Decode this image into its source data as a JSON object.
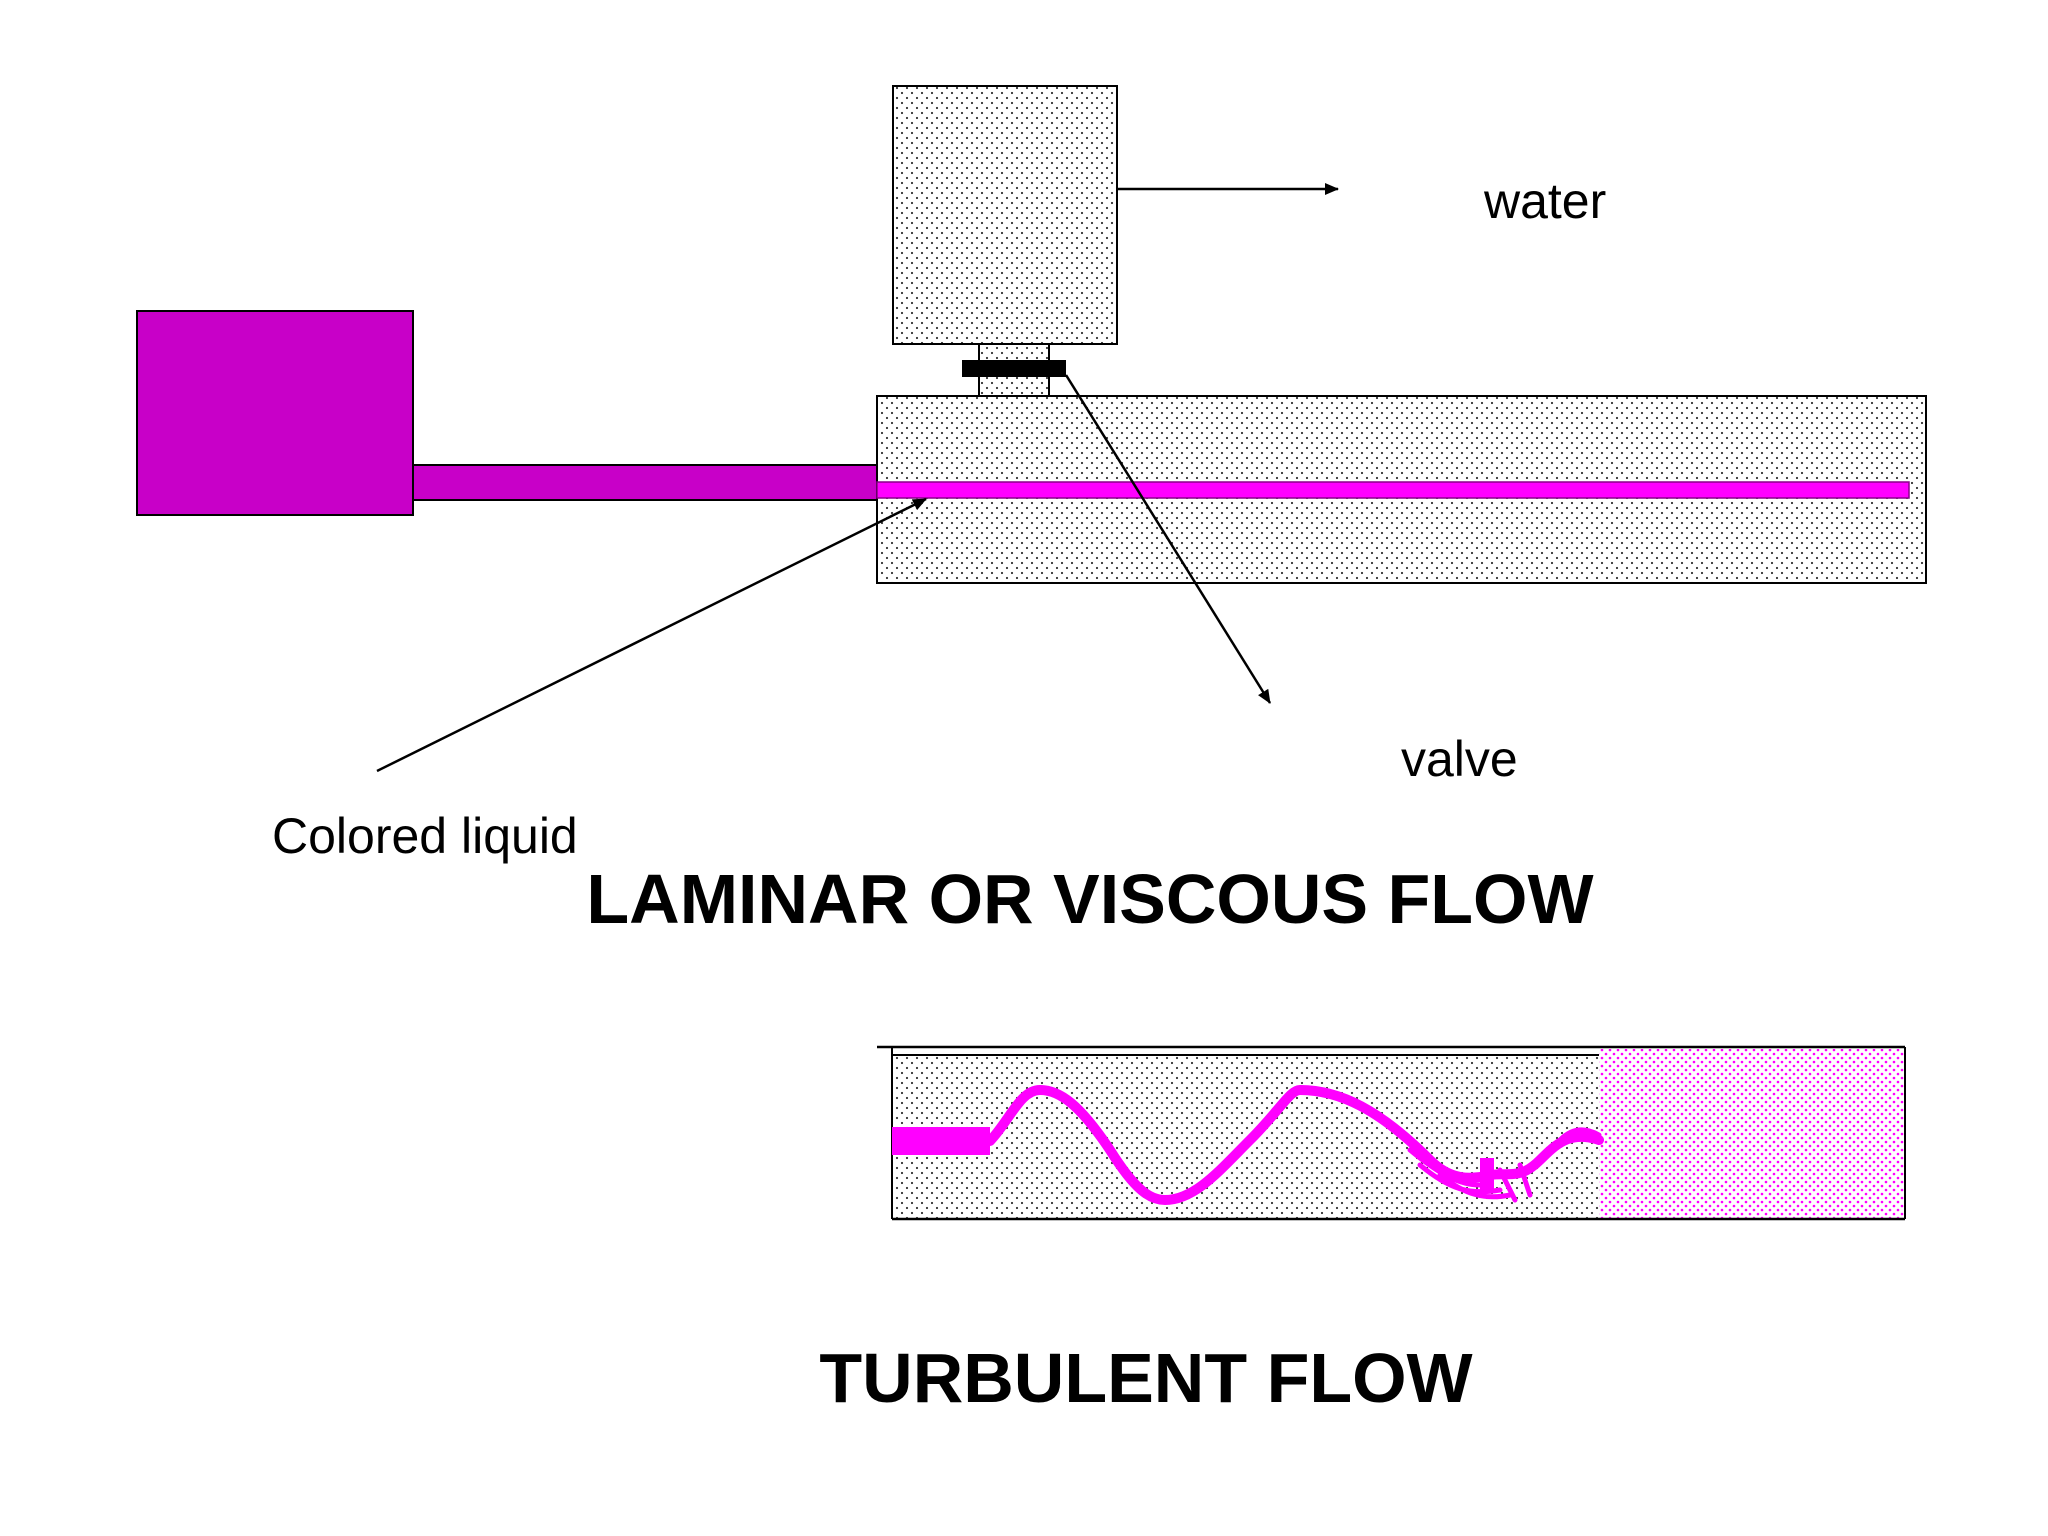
{
  "labels": {
    "water": "water",
    "valve": "valve",
    "colored_liquid": "Colored liquid"
  },
  "headings": {
    "laminar": "LAMINAR OR VISCOUS FLOW",
    "turbulent": "TURBULENT FLOW"
  },
  "colors": {
    "dye": "#C800C8",
    "dye_bright": "#FF00FF",
    "stipple": "#333333",
    "outline": "#000000"
  }
}
